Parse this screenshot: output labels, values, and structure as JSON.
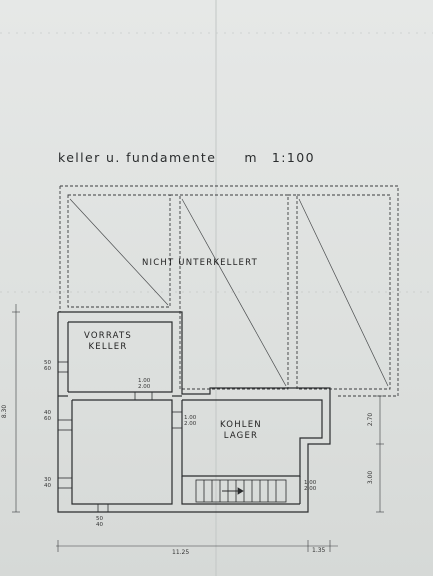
{
  "title": {
    "label": "keller u. fundamente",
    "scale_prefix": "m",
    "scale_value": "1:100"
  },
  "rooms": {
    "unbasemented": "NICHT UNTERKELLERT",
    "pantry_line1": "VORRATS",
    "pantry_line2": "KELLER",
    "coal_line1": "KOHLEN",
    "coal_line2": "LAGER"
  },
  "wall_openings": {
    "left_upper_top": "50",
    "left_upper_bottom": "60",
    "left_mid_top": "40",
    "left_mid_bottom": "60",
    "left_low_top": "30",
    "left_low_bottom": "40",
    "door_pantry_top": "1.00",
    "door_pantry_bottom": "2.00",
    "door_coal_top": "1.00",
    "door_coal_bottom": "2.00",
    "door_stair_top": "1.00",
    "door_stair_bottom": "2.00",
    "bottom_wall_top": "50",
    "bottom_wall_bottom": "40"
  },
  "dimensions": {
    "left_height": "8.30",
    "right_upper": "2.70",
    "right_lower": "3.00",
    "bottom_width": "11.25",
    "bottom_right": "1.35"
  },
  "colors": {
    "line": "#2b2d2f",
    "paper": "#e3e5e4",
    "dashed": "#3a3c3e"
  }
}
